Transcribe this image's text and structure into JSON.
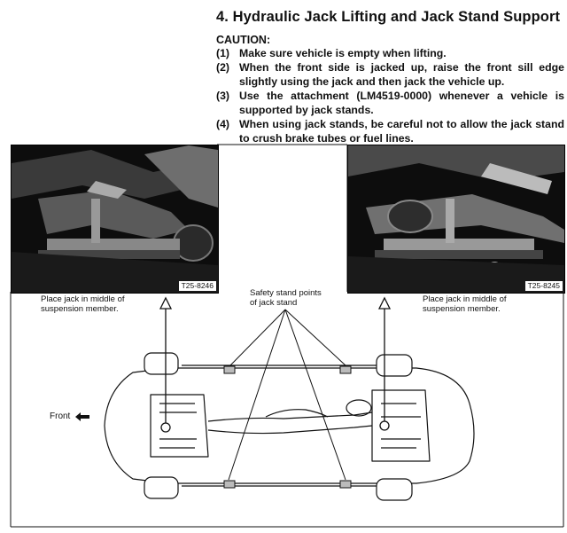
{
  "section": {
    "title": "4. Hydraulic Jack Lifting and Jack Stand Support"
  },
  "caution": {
    "heading": "CAUTION:",
    "items": [
      {
        "num": "(1)",
        "text": "Make sure vehicle is empty when lifting."
      },
      {
        "num": "(2)",
        "text": "When the front side is jacked up, raise the front sill edge slightly using the jack and then jack the vehicle up."
      },
      {
        "num": "(3)",
        "text": "Use the attachment (LM4519-0000) whenever a vehicle is supported by jack stands."
      },
      {
        "num": "(4)",
        "text": "When using jack stands, be careful not to allow the jack stand to crush brake tubes or fuel lines."
      }
    ]
  },
  "figure": {
    "photo_left_code": "T25-8246",
    "photo_right_code": "T25-8245",
    "label_left": [
      "Place jack in middle of",
      "suspension member."
    ],
    "label_right": [
      "Place jack in middle of",
      "suspension member."
    ],
    "label_center": [
      "Safety stand points",
      "of jack stand"
    ],
    "front_label": "Front"
  }
}
